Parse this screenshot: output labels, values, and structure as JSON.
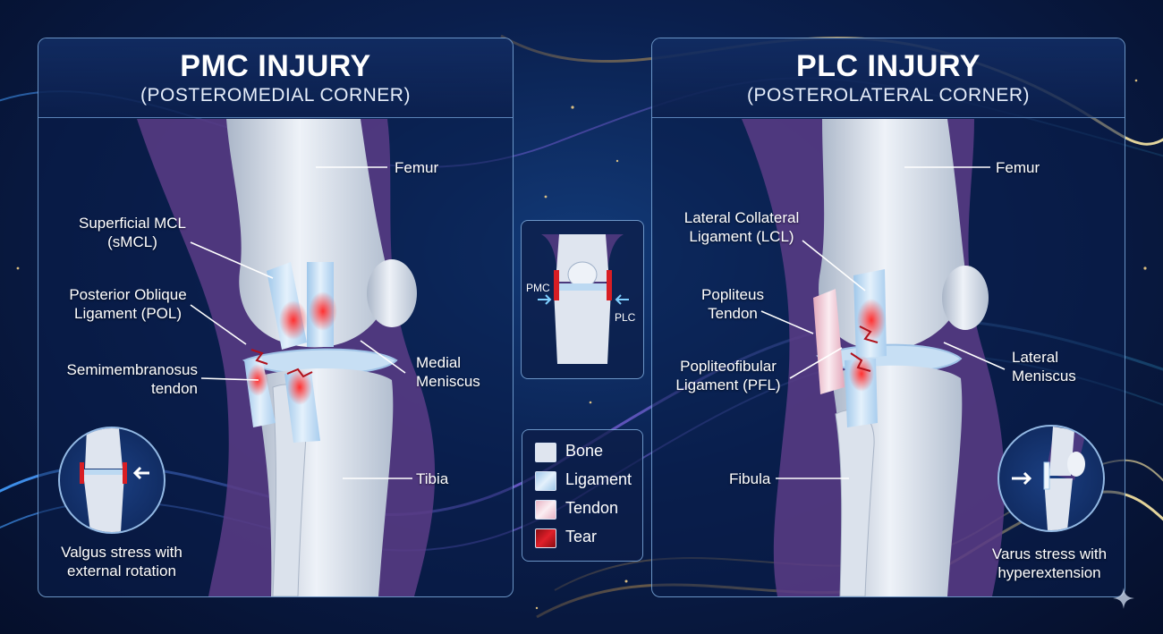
{
  "colors": {
    "bone": "#dfe5ef",
    "ligament": "#bcd9f2",
    "tendon": "#eec7d3",
    "tear": "#d81e24",
    "muscle": "#5a3c86",
    "panel_border": "#8cbef0"
  },
  "pmc": {
    "title": "PMC INJURY",
    "subtitle": "(POSTEROMEDIAL CORNER)",
    "labels": {
      "femur": "Femur",
      "smcl": "Superficial MCL\n(sMCL)",
      "pol": "Posterior Oblique\nLigament (POL)",
      "semimembranosus": "Semimembranosus\ntendon",
      "medial_meniscus": "Medial\nMeniscus",
      "tibia": "Tibia"
    },
    "inset_caption": "Valgus stress with\nexternal rotation"
  },
  "plc": {
    "title": "PLC INJURY",
    "subtitle": "(POSTEROLATERAL CORNER)",
    "labels": {
      "femur": "Femur",
      "lcl": "Lateral Collateral\nLigament (LCL)",
      "popliteus": "Popliteus\nTendon",
      "pfl": "Popliteofibular\nLigament (PFL)",
      "lateral_meniscus": "Lateral\nMeniscus",
      "fibula": "Fibula"
    },
    "inset_caption": "Varus stress with\nhyperextension"
  },
  "mini_knee": {
    "pmc_label": "PMC",
    "plc_label": "PLC"
  },
  "legend": {
    "items": [
      {
        "label": "Bone",
        "icon": "bone-swatch"
      },
      {
        "label": "Ligament",
        "icon": "ligament-swatch"
      },
      {
        "label": "Tendon",
        "icon": "tendon-swatch"
      },
      {
        "label": "Tear",
        "icon": "tear-swatch"
      }
    ]
  }
}
